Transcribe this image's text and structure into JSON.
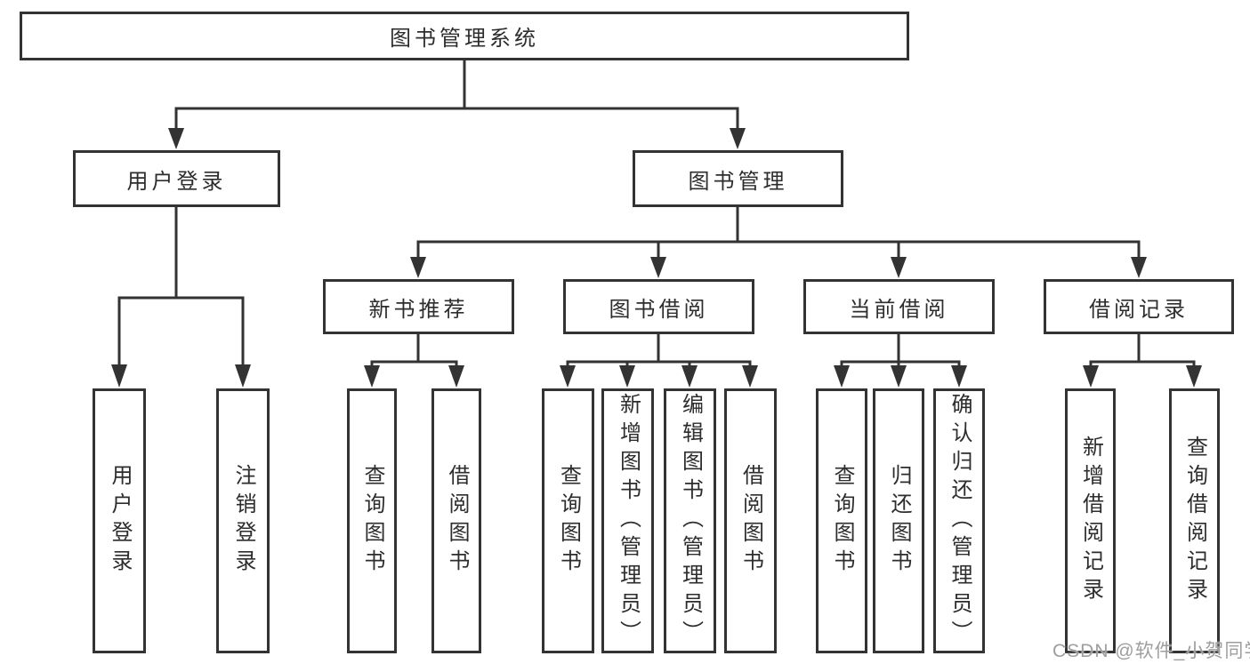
{
  "diagram": {
    "root": "图书管理系统",
    "level1": [
      "用户登录",
      "图书管理"
    ],
    "level2": [
      "新书推荐",
      "图书借阅",
      "当前借阅",
      "借阅记录"
    ],
    "leaves_user_login": [
      "用户登录",
      "注销登录"
    ],
    "leaves_new_books": [
      "查询图书",
      "借阅图书"
    ],
    "leaves_book_borrowing": [
      "查询图书",
      "新增图书（管理员）",
      "编辑图书（管理员）",
      "借阅图书"
    ],
    "leaves_current_borrowing": [
      "查询图书",
      "归还图书",
      "确认归还（管理员）"
    ],
    "leaves_borrowing_records": [
      "新增借阅记录",
      "查询借阅记录"
    ]
  },
  "watermark": "CSDN @软件_小贺同学",
  "colors": {
    "line": "#333333",
    "text": "#2d2d2d",
    "watermark": "#9e9e9e",
    "background": "#ffffff"
  }
}
